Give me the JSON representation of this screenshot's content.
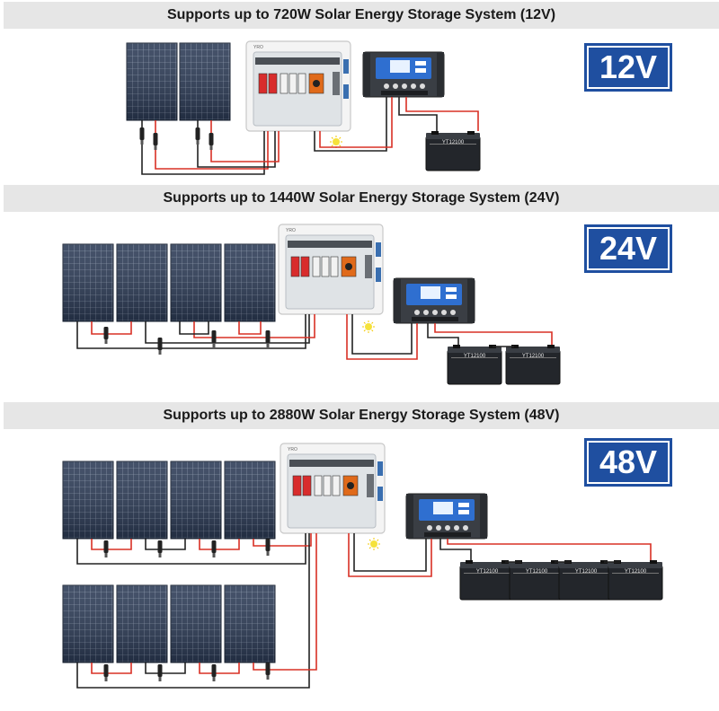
{
  "sections": [
    {
      "title": "Supports up to 720W Solar Energy Storage System (12V)",
      "voltage_label": "12V",
      "battery_label": "YT12100"
    },
    {
      "title": "Supports up to 1440W Solar Energy Storage System (24V)",
      "voltage_label": "24V",
      "battery_label": "YT12100"
    },
    {
      "title": "Supports up to 2880W Solar Energy Storage System (48V)",
      "voltage_label": "48V",
      "battery_label": "YT12100"
    }
  ],
  "combiner_brand": "YRO",
  "colors": {
    "badge": "#1f4fa0",
    "wire_positive": "#d93025",
    "wire_negative": "#222222",
    "panel": "#2b3a55"
  }
}
